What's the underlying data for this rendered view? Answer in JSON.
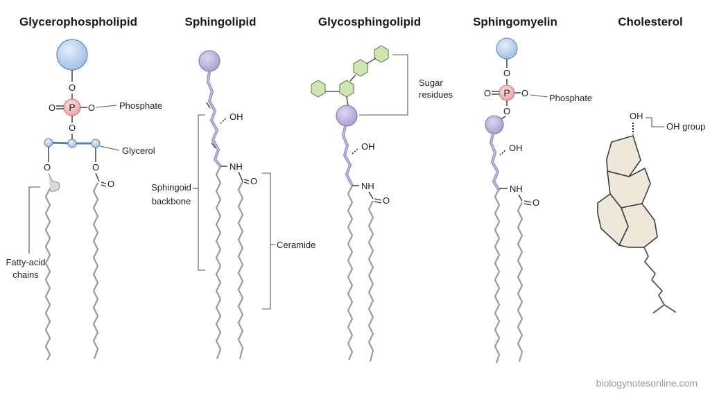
{
  "columns": {
    "glycerophospholipid": {
      "title": "Glycerophospholipid",
      "labels": {
        "phosphate": "Phosphate",
        "glycerol": "Glycerol",
        "fatty_acid_line1": "Fatty-acid",
        "fatty_acid_line2": "chains"
      },
      "atoms": {
        "o": "O",
        "p": "P"
      }
    },
    "sphingolipid": {
      "title": "Sphingolipid",
      "labels": {
        "backbone_line1": "Sphingoid",
        "backbone_line2": "backbone",
        "ceramide": "Ceramide"
      },
      "atoms": {
        "oh": "OH",
        "nh": "NH",
        "o": "O"
      }
    },
    "glycosphingolipid": {
      "title": "Glycosphingolipid",
      "labels": {
        "sugar_line1": "Sugar",
        "sugar_line2": "residues"
      },
      "atoms": {
        "oh": "OH",
        "nh": "NH",
        "o": "O"
      }
    },
    "sphingomyelin": {
      "title": "Sphingomyelin",
      "labels": {
        "phosphate": "Phosphate"
      },
      "atoms": {
        "o": "O",
        "p": "P",
        "oh": "OH",
        "nh": "NH"
      }
    },
    "cholesterol": {
      "title": "Cholesterol",
      "labels": {
        "oh_group": "OH group"
      },
      "atoms": {
        "oh": "OH"
      }
    }
  },
  "watermark": "biologynotesonline.com",
  "colors": {
    "head_blue": "#a9c6e8",
    "head_blue_stroke": "#5f7fa8",
    "phosphate_pink": "#f2b9b9",
    "sphingoid_purple": "#b7aed8",
    "sugar_green": "#cfe6b4",
    "ring_beige": "#efe7da",
    "chain_gray": "#9a9a9a"
  }
}
